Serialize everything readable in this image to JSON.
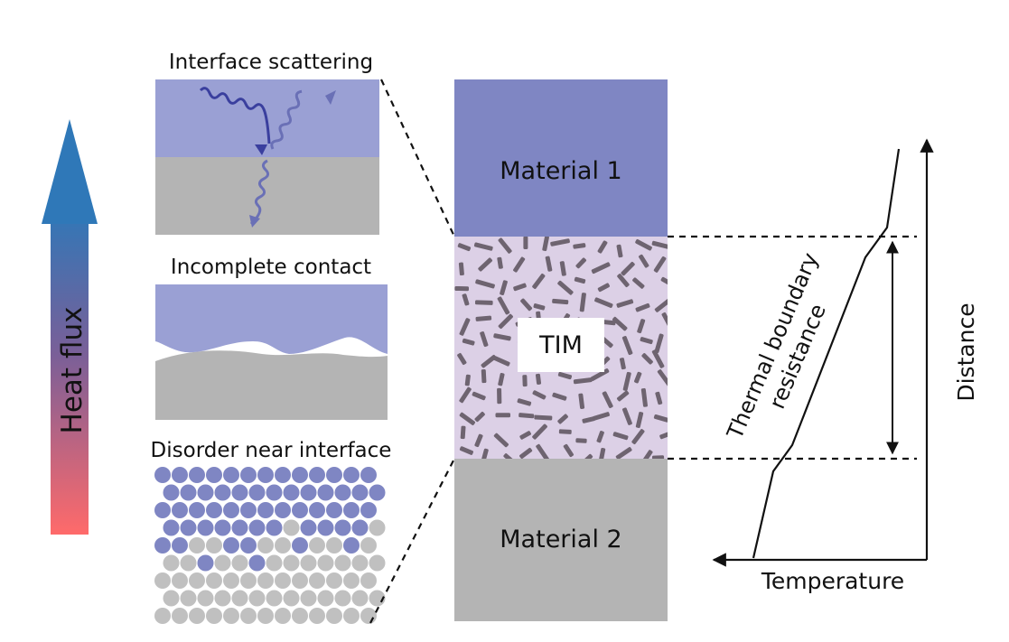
{
  "heat_arrow": {
    "label": "Heat flux",
    "color_top": "#2f78b8",
    "color_bottom": "#ff6a6a"
  },
  "panels": {
    "scattering": {
      "title": "Interface scattering"
    },
    "contact": {
      "title": "Incomplete contact"
    },
    "disorder": {
      "title": "Disorder near interface"
    }
  },
  "stack": {
    "material1": "Material 1",
    "tim": "TIM",
    "material2": "Material 2"
  },
  "plot": {
    "xlabel": "Temperature",
    "ylabel": "Distance",
    "annotation": [
      "Thermal boundary",
      "resistance"
    ]
  },
  "colors": {
    "material1": "#7f86c3",
    "material_blue_light": "#9aa0d4",
    "material_gray": "#b4b4b4",
    "tim_bg": "#dcd0e6",
    "tim_fiber": "#6e6470",
    "atom_blue": "#7f86c3",
    "atom_gray": "#c0c0c0"
  }
}
